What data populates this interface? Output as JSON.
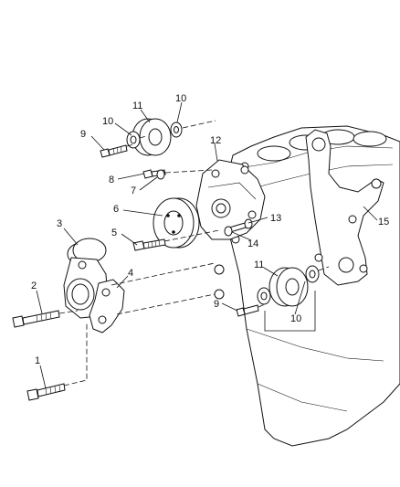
{
  "callouts": [
    {
      "id": "c1",
      "text": "1"
    },
    {
      "id": "c2",
      "text": "2"
    },
    {
      "id": "c3",
      "text": "3"
    },
    {
      "id": "c4",
      "text": "4"
    },
    {
      "id": "c5",
      "text": "5"
    },
    {
      "id": "c6",
      "text": "6"
    },
    {
      "id": "c7",
      "text": "7"
    },
    {
      "id": "c8",
      "text": "8"
    },
    {
      "id": "c9a",
      "text": "9"
    },
    {
      "id": "c9b",
      "text": "9"
    },
    {
      "id": "c10a",
      "text": "10"
    },
    {
      "id": "c10b",
      "text": "10"
    },
    {
      "id": "c10c",
      "text": "10"
    },
    {
      "id": "c11a",
      "text": "11"
    },
    {
      "id": "c11b",
      "text": "11"
    },
    {
      "id": "c12",
      "text": "12"
    },
    {
      "id": "c13",
      "text": "13"
    },
    {
      "id": "c14",
      "text": "14"
    },
    {
      "id": "c15",
      "text": "15"
    }
  ]
}
